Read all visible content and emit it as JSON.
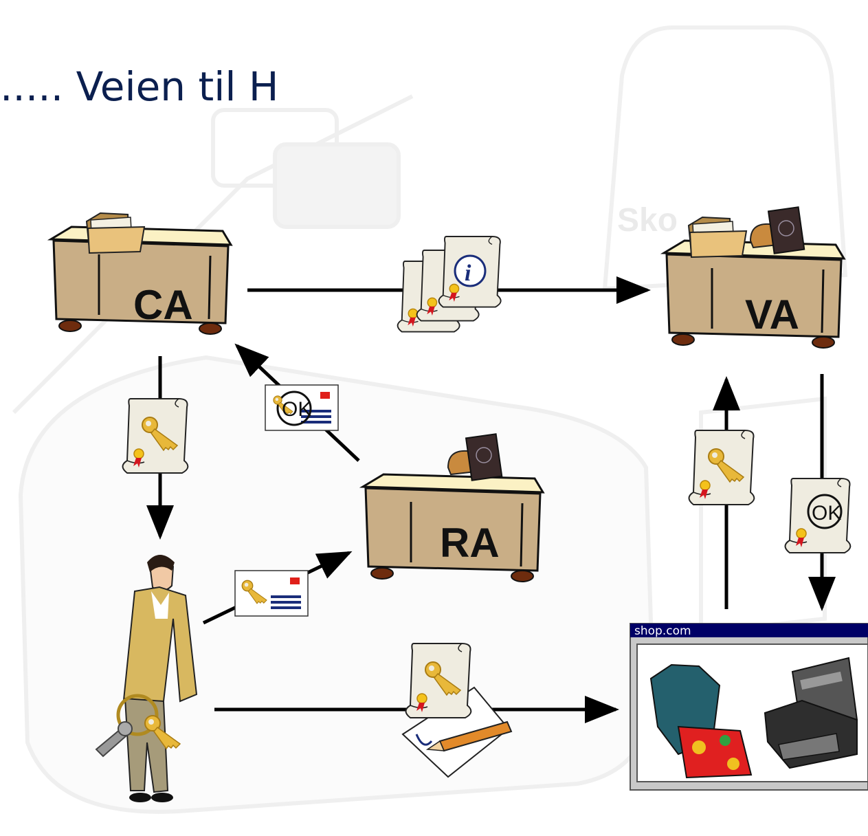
{
  "slide": {
    "title": "..... Veien til H",
    "watermark": "Sko"
  },
  "nodes": {
    "ca": {
      "label": "CA"
    },
    "va": {
      "label": "VA"
    },
    "ra": {
      "label": "RA"
    },
    "shop": {
      "window_title": "shop.com"
    }
  },
  "badges": {
    "ok": "OK",
    "info": "i"
  },
  "colors": {
    "title": "#0b1f4f",
    "desk": "#c9ae86",
    "desk_top": "#fbf1c4",
    "arrow": "#000000",
    "shop_titlebar": "#000066"
  },
  "icons": [
    "folder-icon",
    "approval-stamp-icon",
    "certificate-icon",
    "key-icon",
    "envelope-icon",
    "pencil-icon",
    "shirt-icon",
    "cash-register-icon",
    "person-icon"
  ]
}
